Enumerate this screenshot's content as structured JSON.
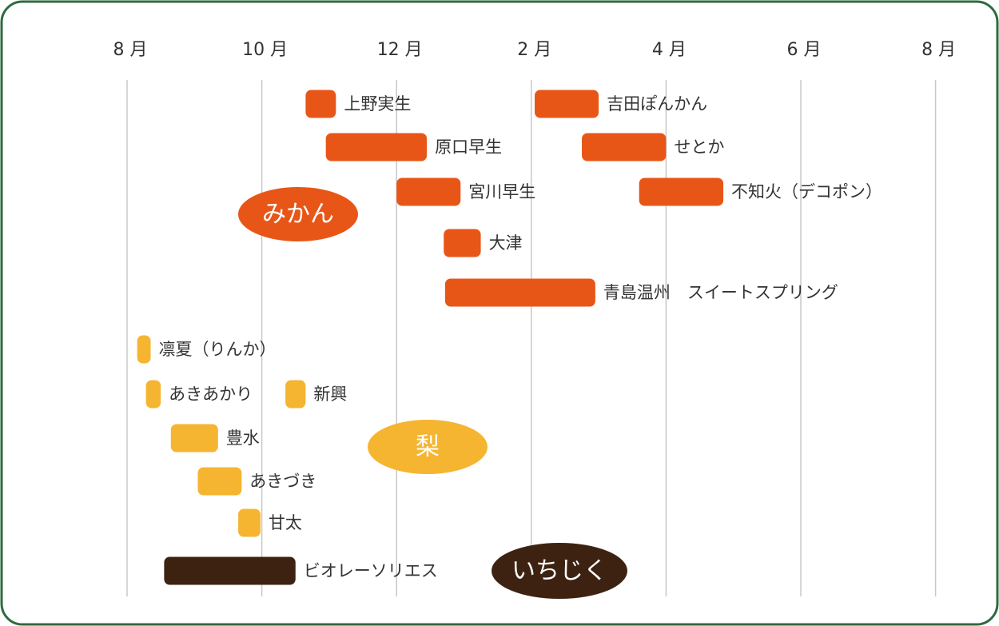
{
  "chart_data": {
    "type": "gantt",
    "x_unit": "month",
    "x_ticks": [
      {
        "label": "8 月",
        "month": 8
      },
      {
        "label": "10 月",
        "month": 10
      },
      {
        "label": "12 月",
        "month": 12
      },
      {
        "label": "2 月",
        "month": 14
      },
      {
        "label": "4 月",
        "month": 16
      },
      {
        "label": "6 月",
        "month": 18
      },
      {
        "label": "8 月",
        "month": 20
      }
    ],
    "grid": true,
    "colors": {
      "mikan": "#e85617",
      "nashi": "#f5b530",
      "ichijiku": "#3d2212",
      "frame": "#2e6b3e",
      "grid": "#c8c8c8"
    },
    "groups": [
      {
        "name": "みかん",
        "color_key": "mikan"
      },
      {
        "name": "梨",
        "color_key": "nashi"
      },
      {
        "name": "いちじく",
        "color_key": "ichijiku"
      }
    ],
    "tasks": [
      {
        "name": "上野実生",
        "group": 0,
        "start": 10.65,
        "end": 11.1
      },
      {
        "name": "吉田ぽんかん",
        "group": 0,
        "start": 14.05,
        "end": 15.0
      },
      {
        "name": "原口早生",
        "group": 0,
        "start": 10.95,
        "end": 12.45
      },
      {
        "name": "せとか",
        "group": 0,
        "start": 14.75,
        "end": 16.0
      },
      {
        "name": "宮川早生",
        "group": 0,
        "start": 12.0,
        "end": 12.95
      },
      {
        "name": "不知火（デコポン）",
        "group": 0,
        "start": 15.6,
        "end": 16.85
      },
      {
        "name": "大津",
        "group": 0,
        "start": 12.7,
        "end": 13.25
      },
      {
        "name": "青島温州　スイートスプリング",
        "group": 0,
        "start": 12.72,
        "end": 14.95
      },
      {
        "name": "凛夏（りんか）",
        "group": 1,
        "start": 8.15,
        "end": 8.35
      },
      {
        "name": "あきあかり",
        "group": 1,
        "start": 8.28,
        "end": 8.5
      },
      {
        "name": "新興",
        "group": 1,
        "start": 10.35,
        "end": 10.65
      },
      {
        "name": "豊水",
        "group": 1,
        "start": 8.65,
        "end": 9.35
      },
      {
        "name": "あきづき",
        "group": 1,
        "start": 9.05,
        "end": 9.7
      },
      {
        "name": "甘太",
        "group": 1,
        "start": 9.65,
        "end": 9.98
      },
      {
        "name": "ビオレーソリエス",
        "group": 2,
        "start": 8.55,
        "end": 10.5
      }
    ]
  }
}
